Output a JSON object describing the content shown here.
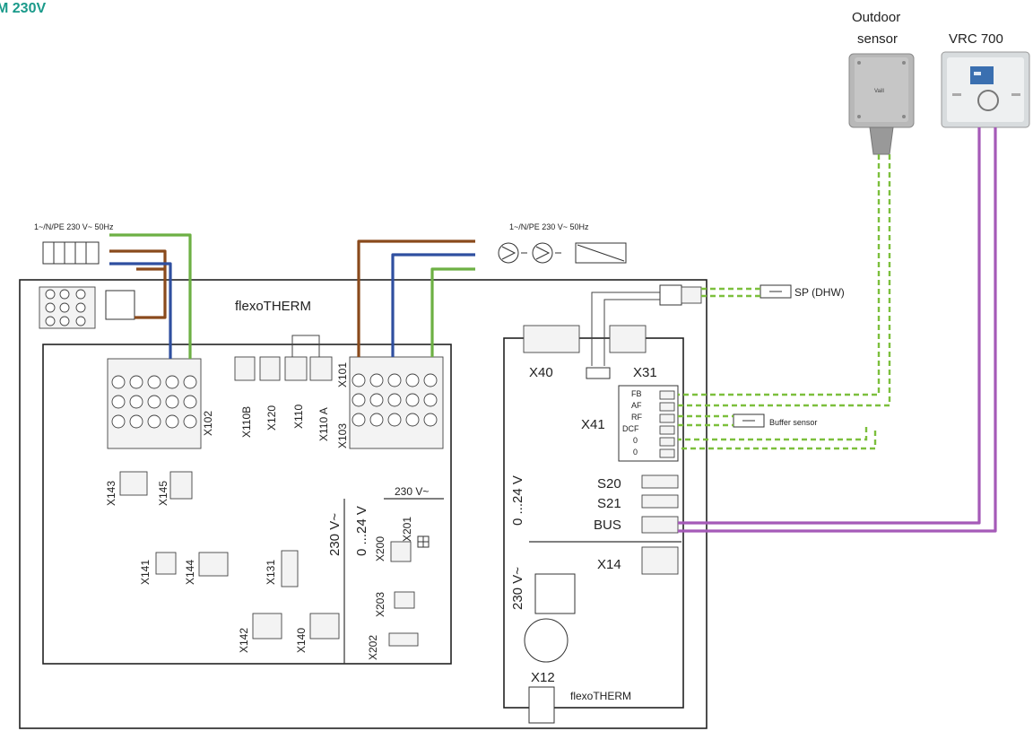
{
  "title": "M 230V",
  "colors": {
    "title": "#1a9a8a",
    "brown_wire": "#8a4a1c",
    "blue_wire": "#2f4fa0",
    "green_wire": "#6db044",
    "sensor_dash": "#7cbf3c",
    "bus_wire": "#a55ab8"
  },
  "devices": {
    "outdoor_sensor_line1": "Outdoor",
    "outdoor_sensor_line2": "sensor",
    "vrc700": "VRC 700",
    "sp_dhw": "SP (DHW)",
    "buffer_sensor": "Buffer sensor"
  },
  "supply": {
    "left": "1~/N/PE 230 V~ 50Hz",
    "right": "1~/N/PE 230 V~ 50Hz"
  },
  "main_board": {
    "brand": "flexoTHERM",
    "terminals": {
      "x102": "X102",
      "x110b": "X110B",
      "x120": "X120",
      "x110": "X110",
      "x110a": "X110 A",
      "x101": "X101",
      "x103": "X103",
      "x143": "X143",
      "x145": "X145",
      "x141": "X141",
      "x144": "X144",
      "x131": "X131",
      "x142": "X142",
      "x140": "X140",
      "x200": "X200",
      "x201": "X201",
      "x203": "X203",
      "x202": "X202"
    },
    "v230_top": "230 V~",
    "v230_rot": "230 V~",
    "v24_rot": "0 ...24 V"
  },
  "control_board": {
    "brand": "flexoTHERM",
    "x40": "X40",
    "x31": "X31",
    "x41": "X41",
    "x41_pins": [
      "FB",
      "AF",
      "RF",
      "DCF",
      "0",
      "0"
    ],
    "s20": "S20",
    "s21": "S21",
    "bus": "BUS",
    "x14": "X14",
    "x12": "X12",
    "v24_rot": "0 ...24 V",
    "v230_rot": "230 V~"
  }
}
